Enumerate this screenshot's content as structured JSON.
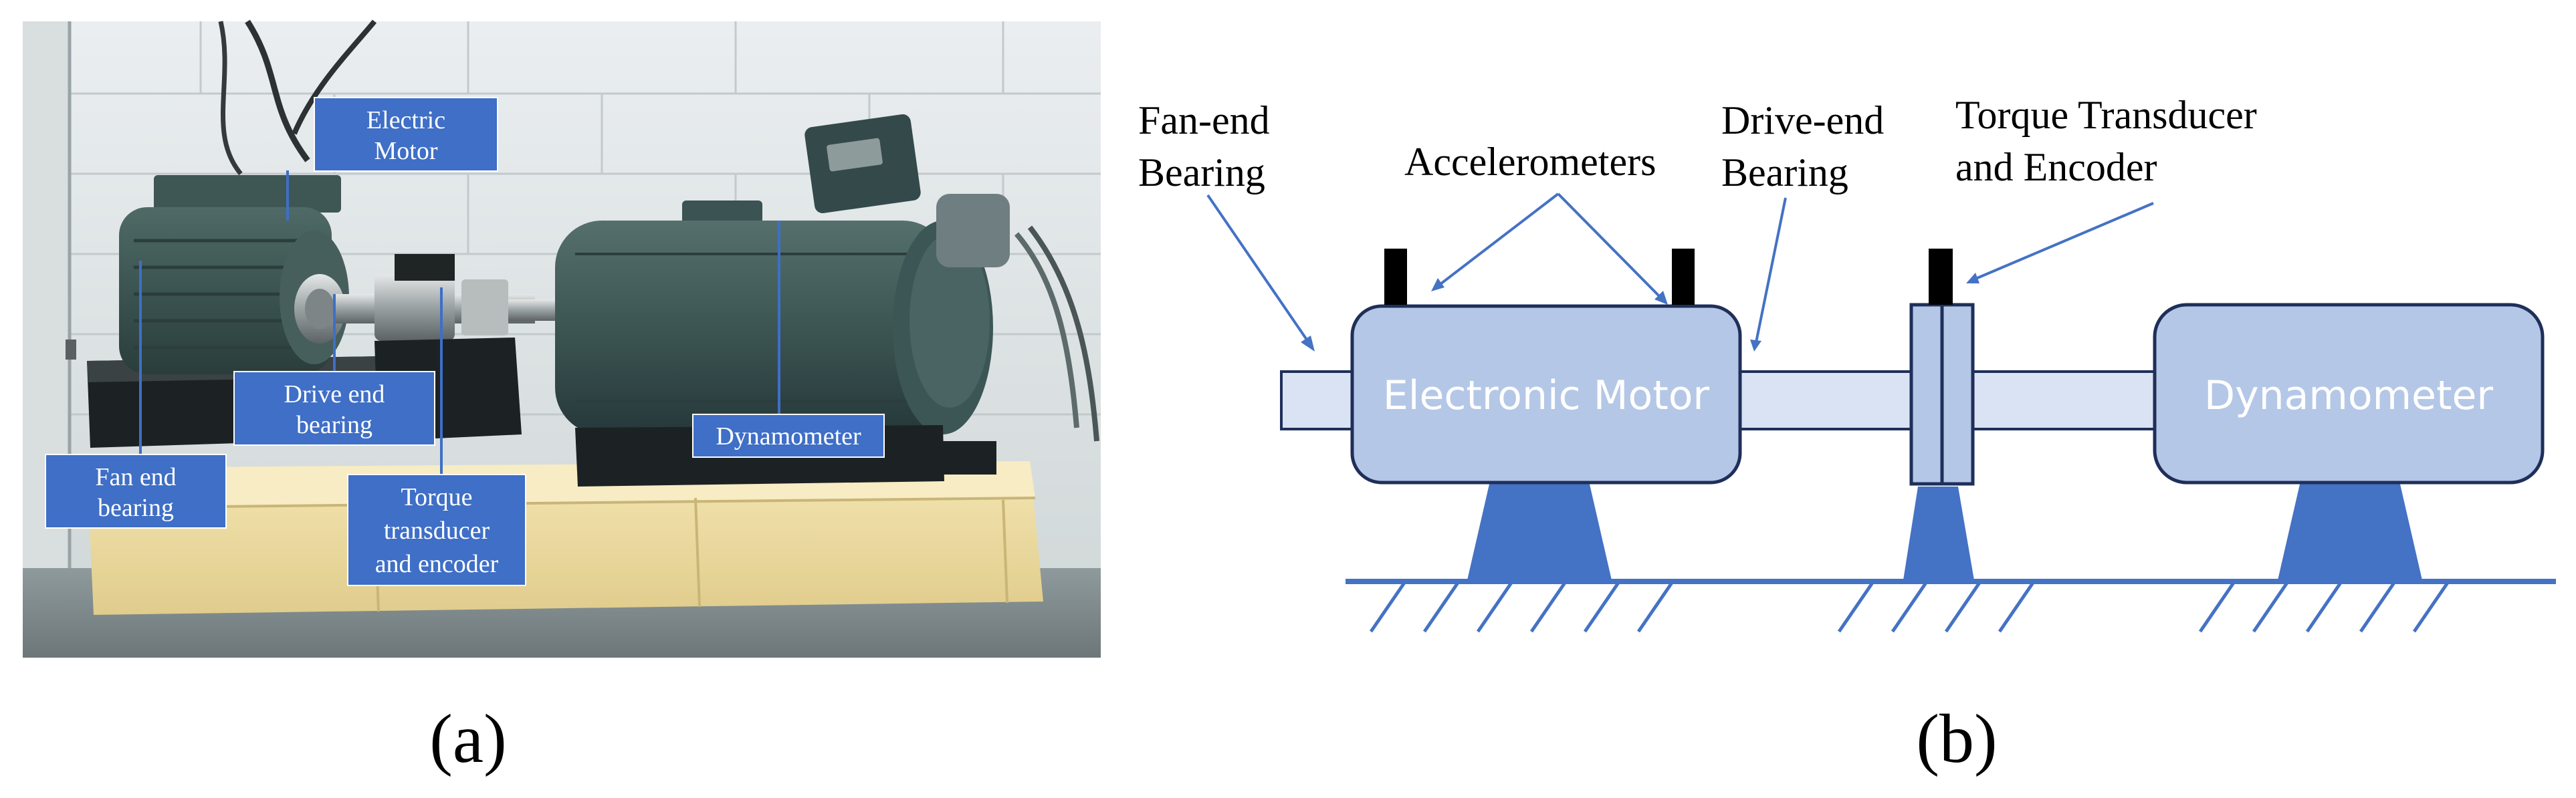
{
  "panel_a": {
    "callouts": {
      "electric_motor": [
        "Electric",
        "Motor"
      ],
      "drive_end_bearing": [
        "Drive end",
        "bearing"
      ],
      "fan_end_bearing": [
        "Fan end",
        "bearing"
      ],
      "torque_transducer": [
        "Torque",
        "transducer",
        "and encoder"
      ],
      "dynamometer": [
        "Dynamometer"
      ]
    },
    "caption": "(a)"
  },
  "panel_b": {
    "labels": {
      "fan_end_bearing": [
        "Fan-end",
        "Bearing"
      ],
      "accelerometers": [
        "Accelerometers"
      ],
      "drive_end_bearing": [
        "Drive-end",
        "Bearing"
      ],
      "torque_transducer": [
        "Torque Transducer",
        "and Encoder"
      ]
    },
    "boxes": {
      "motor": "Electronic Motor",
      "dynamometer": "Dynamometer"
    },
    "caption": "(b)"
  },
  "colors": {
    "callout_fill": "#3f6fc6",
    "callout_line": "#3f6fc6",
    "box_fill": "#b4c7e7",
    "box_stroke": "#1f2f5a",
    "shaft_fill": "#dae3f3",
    "support_fill": "#4472c4",
    "sensor_fill": "#000000"
  }
}
